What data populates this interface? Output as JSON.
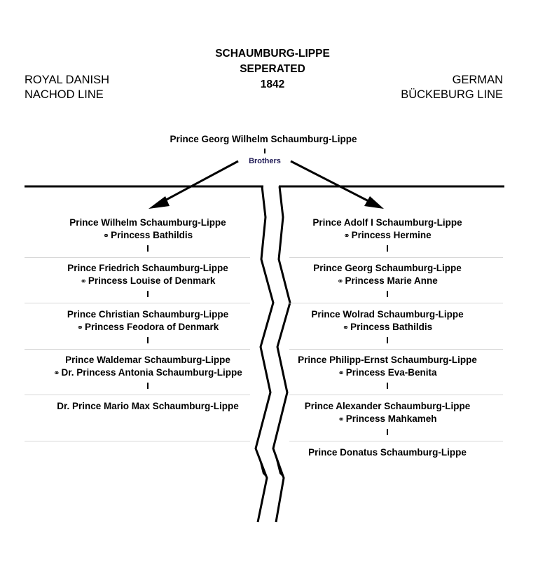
{
  "header": {
    "title_lines": [
      "SCHAUMBURG-LIPPE",
      "SEPERATED",
      "1842"
    ],
    "left_label_lines": [
      "ROYAL DANISH",
      "NACHOD LINE"
    ],
    "right_label_lines": [
      "GERMAN",
      "BÜCKEBURG LINE"
    ]
  },
  "root": {
    "name": "Prince Georg Wilhelm Schaumburg-Lippe",
    "relation": "Brothers"
  },
  "marriage_symbol": "⚭",
  "left_line": [
    {
      "name": "Prince Wilhelm Schaumburg-Lippe",
      "spouse": "Princess Bathildis"
    },
    {
      "name": "Prince Friedrich Schaumburg-Lippe",
      "spouse": "Princess Louise of Denmark"
    },
    {
      "name": "Prince Christian Schaumburg-Lippe",
      "spouse": "Princess Feodora of Denmark"
    },
    {
      "name": "Prince Waldemar Schaumburg-Lippe",
      "spouse": "Dr. Princess Antonia Schaumburg-Lippe"
    },
    {
      "name": "Dr. Prince Mario Max Schaumburg-Lippe",
      "spouse": ""
    }
  ],
  "right_line": [
    {
      "name": "Prince Adolf I Schaumburg-Lippe",
      "spouse": "Princess Hermine"
    },
    {
      "name": "Prince Georg Schaumburg-Lippe",
      "spouse": "Princess Marie Anne"
    },
    {
      "name": "Prince Wolrad Schaumburg-Lippe",
      "spouse": "Princess Bathildis"
    },
    {
      "name": "Prince Philipp-Ernst Schaumburg-Lippe",
      "spouse": "Princess Eva-Benita"
    },
    {
      "name": "Prince Alexander Schaumburg-Lippe",
      "spouse": "Princess Mahkameh"
    },
    {
      "name": "Prince Donatus Schaumburg-Lippe",
      "spouse": ""
    }
  ]
}
